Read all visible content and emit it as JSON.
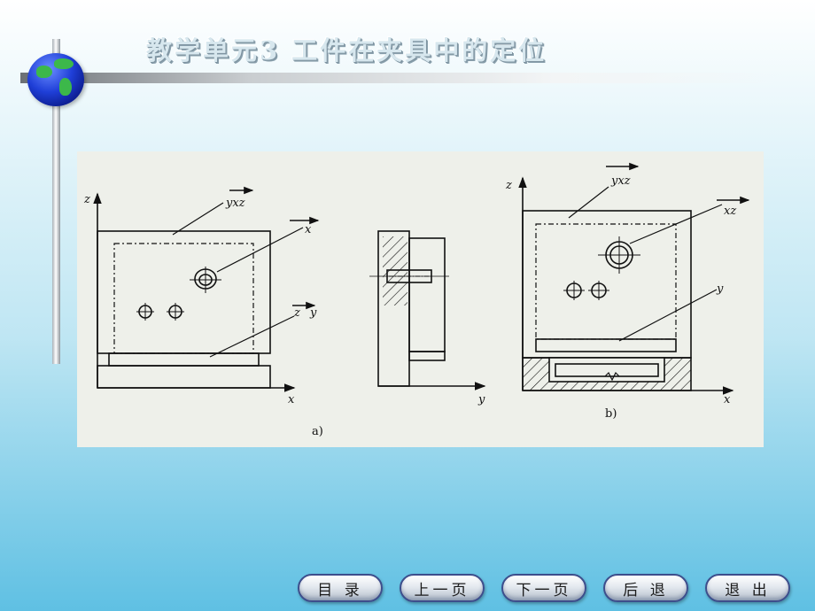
{
  "title": "教学单元3  工件在夹具中的定位",
  "figure": {
    "caption_a": "a)",
    "caption_b": "b)",
    "labels_a": {
      "z_axis": "z",
      "x_axis": "x",
      "yxz": "yxz",
      "x": "x",
      "z": "z",
      "y": "y"
    },
    "labels_side": {
      "y_axis": "y"
    },
    "labels_b": {
      "z_axis": "z",
      "x_axis": "x",
      "yxz": "yxz",
      "xz": "xz",
      "y": "y"
    }
  },
  "nav": {
    "contents": "目 录",
    "prev": "上一页",
    "next": "下一页",
    "back": "后 退",
    "exit": "退 出"
  },
  "colors": {
    "button_border": "#3d4e8c",
    "title_text": "#d7e7ee",
    "figure_background": "#eef0ea"
  }
}
